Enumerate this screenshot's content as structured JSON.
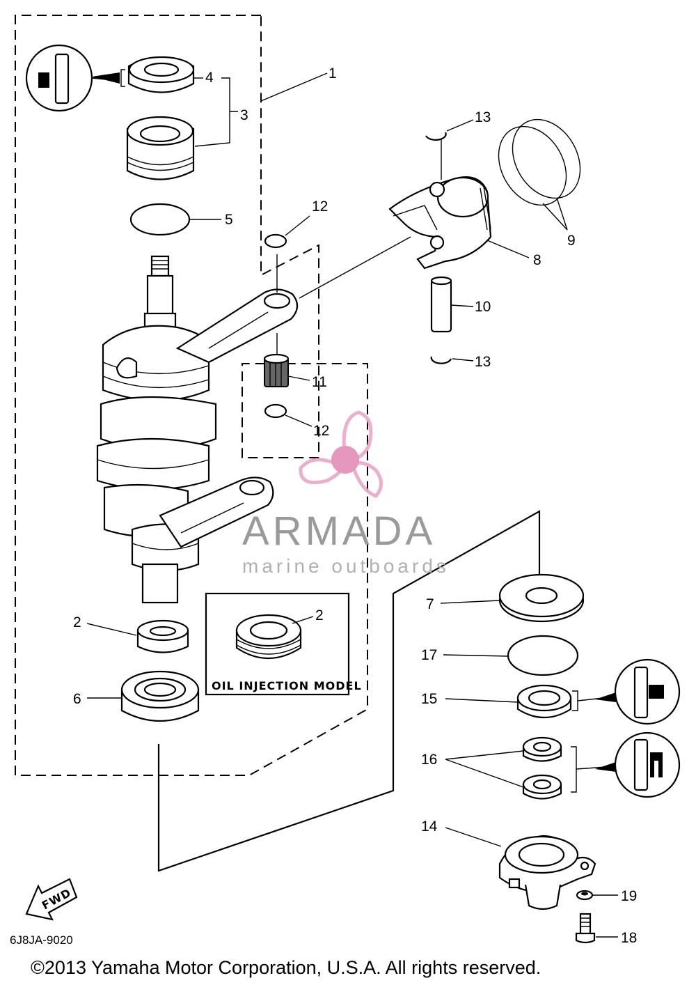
{
  "diagram": {
    "callouts": {
      "p1": "1",
      "p2": "2",
      "p2b": "2",
      "p3": "3",
      "p4": "4",
      "p5": "5",
      "p6": "6",
      "p7": "7",
      "p8": "8",
      "p9": "9",
      "p10": "10",
      "p11": "11",
      "p12a": "12",
      "p12b": "12",
      "p13a": "13",
      "p13b": "13",
      "p14": "14",
      "p15": "15",
      "p16": "16",
      "p17": "17",
      "p18": "18",
      "p19": "19"
    },
    "inset_label": "OIL INJECTION MODEL",
    "fwd_label": "FWD",
    "diagram_code": "6J8JA-9020",
    "copyright": "©2013 Yamaha Motor Corporation, U.S.A. All rights reserved."
  },
  "watermark": {
    "brand": "ARMADA",
    "tagline": "marine outboards",
    "logo_color": "#e9a7c6",
    "logo_center_color": "#e48cb6"
  }
}
